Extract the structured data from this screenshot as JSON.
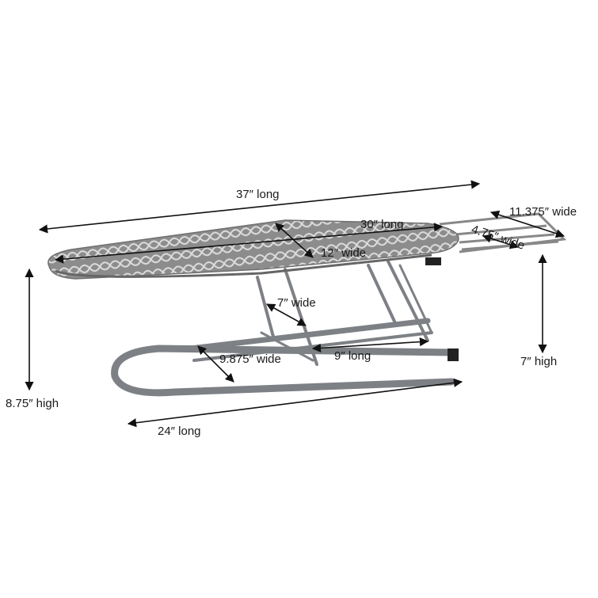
{
  "diagram": {
    "subject": "Tabletop ironing board with iron rest",
    "colors": {
      "board_cover": "#8a8a8a",
      "pattern": "#d8d8d8",
      "frame": "#7d8085",
      "arrow": "#111111"
    },
    "labels": {
      "overall_length": "37″ long",
      "board_length": "30″ long",
      "board_width": "12″ wide",
      "rest_width": "11.375″ wide",
      "rest_inner_width": "4.75″ wide",
      "board_height": "8.75″ high",
      "rest_height": "7″ high",
      "leg_width": "7″ wide",
      "base_width": "9.875″ wide",
      "brace_length": "9″ long",
      "base_length": "24″ long"
    }
  }
}
